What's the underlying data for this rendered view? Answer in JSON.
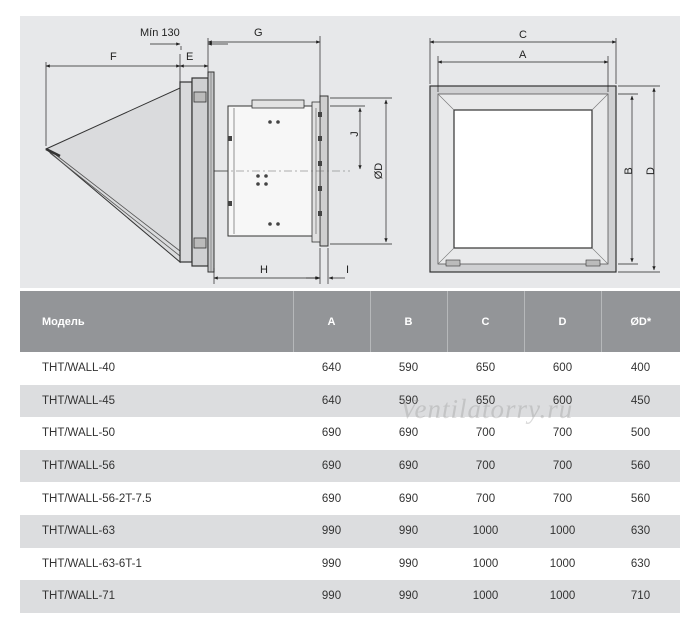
{
  "drawing": {
    "side_labels": {
      "min": "Mín 130",
      "f": "F",
      "e": "E",
      "g": "G",
      "j": "J",
      "od": "ØD",
      "h": "H",
      "i": "I"
    },
    "front_labels": {
      "c": "C",
      "a": "A",
      "b": "B",
      "d": "D"
    }
  },
  "table": {
    "headers": [
      "Модель",
      "A",
      "B",
      "C",
      "D",
      "ØD*"
    ],
    "rows": [
      {
        "model": "THT/WALL-40",
        "a": "640",
        "b": "590",
        "c": "650",
        "d": "600",
        "od": "400"
      },
      {
        "model": "THT/WALL-45",
        "a": "640",
        "b": "590",
        "c": "650",
        "d": "600",
        "od": "450"
      },
      {
        "model": "THT/WALL-50",
        "a": "690",
        "b": "690",
        "c": "700",
        "d": "700",
        "od": "500"
      },
      {
        "model": "THT/WALL-56",
        "a": "690",
        "b": "690",
        "c": "700",
        "d": "700",
        "od": "560"
      },
      {
        "model": "THT/WALL-56-2T-7.5",
        "a": "690",
        "b": "690",
        "c": "700",
        "d": "700",
        "od": "560"
      },
      {
        "model": "THT/WALL-63",
        "a": "990",
        "b": "990",
        "c": "1000",
        "d": "1000",
        "od": "630"
      },
      {
        "model": "THT/WALL-63-6T-1",
        "a": "990",
        "b": "990",
        "c": "1000",
        "d": "1000",
        "od": "630"
      },
      {
        "model": "THT/WALL-71",
        "a": "990",
        "b": "990",
        "c": "1000",
        "d": "1000",
        "od": "710"
      }
    ]
  },
  "watermark": "Ventilatorry.ru"
}
